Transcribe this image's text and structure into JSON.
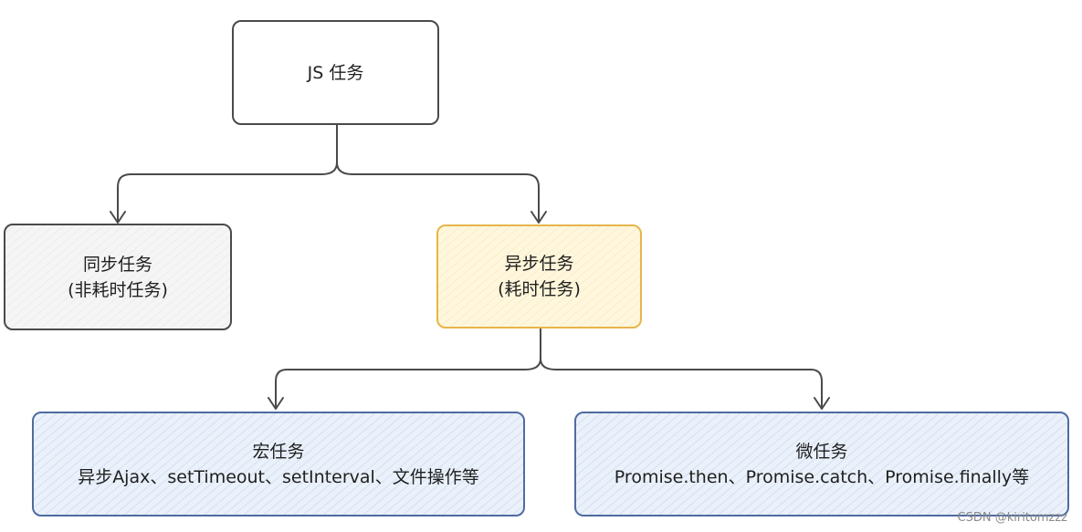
{
  "nodes": {
    "root": {
      "label": "JS 任务"
    },
    "sync": {
      "line1": "同步任务",
      "line2": "(非耗时任务)"
    },
    "async": {
      "line1": "异步任务",
      "line2": "(耗时任务)"
    },
    "macro": {
      "line1": "宏任务",
      "line2": "异步Ajax、setTimeout、setInterval、文件操作等"
    },
    "micro": {
      "line1": "微任务",
      "line2": "Promise.then、Promise.catch、Promise.finally等"
    }
  },
  "watermark": "CSDN @kiritomzzz",
  "colors": {
    "stroke": "#4a4a4a",
    "gray_fill": "#f5f5f5",
    "yellow_border": "#e7b54a",
    "yellow_fill": "#fff7dd",
    "blue_border": "#4f6ba0",
    "blue_fill": "#eaf1fb"
  }
}
